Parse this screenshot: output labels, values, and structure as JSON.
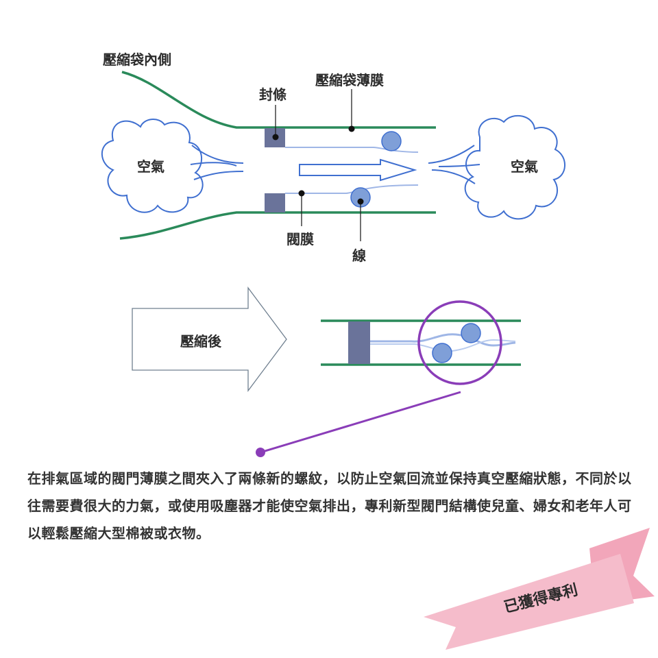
{
  "labels": {
    "bag_inside": "壓縮袋內側",
    "seal": "封條",
    "bag_film": "壓縮袋薄膜",
    "air_left": "空氣",
    "air_right": "空氣",
    "valve_film": "閥膜",
    "thread": "線",
    "after_compression": "壓縮後"
  },
  "description": "在排氣區域的閥門薄膜之間夾入了兩條新的螺紋，以防止空氣回流並保持真空壓縮狀態，不同於以往需要費很大的力氣，或使用吸塵器才能使空氣排出，專利新型閥門結構使兒童、婦女和老年人可以輕鬆壓縮大型棉被或衣物。",
  "badge": "已獲得專利",
  "colors": {
    "film_green": "#2a8a5a",
    "air_blue": "#3f6fd0",
    "seal_gray": "#6a739a",
    "thread_blue": "#7f9fd8",
    "magnifier_purple": "#8a3db8",
    "ribbon_pink": "#f5b8c8"
  }
}
